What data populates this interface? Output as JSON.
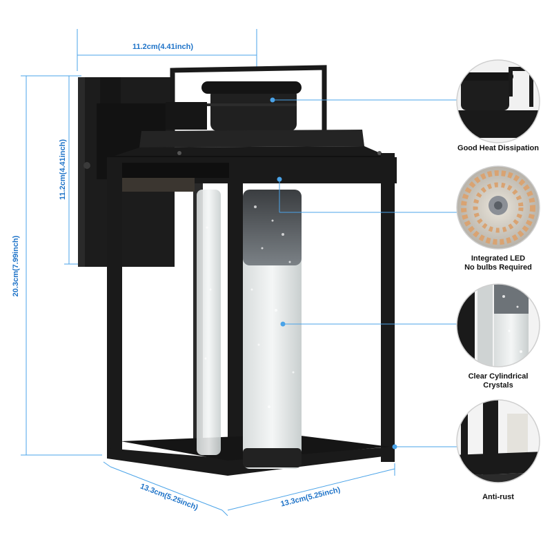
{
  "dimensions": {
    "top_width": "11.2cm(4.41inch)",
    "backplate_height": "11.2cm(4.41inch)",
    "total_height": "20.3cm(7.99inch)",
    "depth_left": "13.3cm(5.25inch)",
    "depth_right": "13.3cm(5.25inch)"
  },
  "features": [
    {
      "line1": "Good Heat Dissipation",
      "line2": ""
    },
    {
      "line1": "Integrated LED",
      "line2": "No bulbs Required"
    },
    {
      "line1": "Clear Cylindrical",
      "line2": "Crystals"
    },
    {
      "line1": "Anti-rust",
      "line2": ""
    }
  ],
  "colors": {
    "dimension_blue": "#1e73c8",
    "callout_line": "#4aa3e8",
    "metal_black": "#1a1a1a"
  }
}
